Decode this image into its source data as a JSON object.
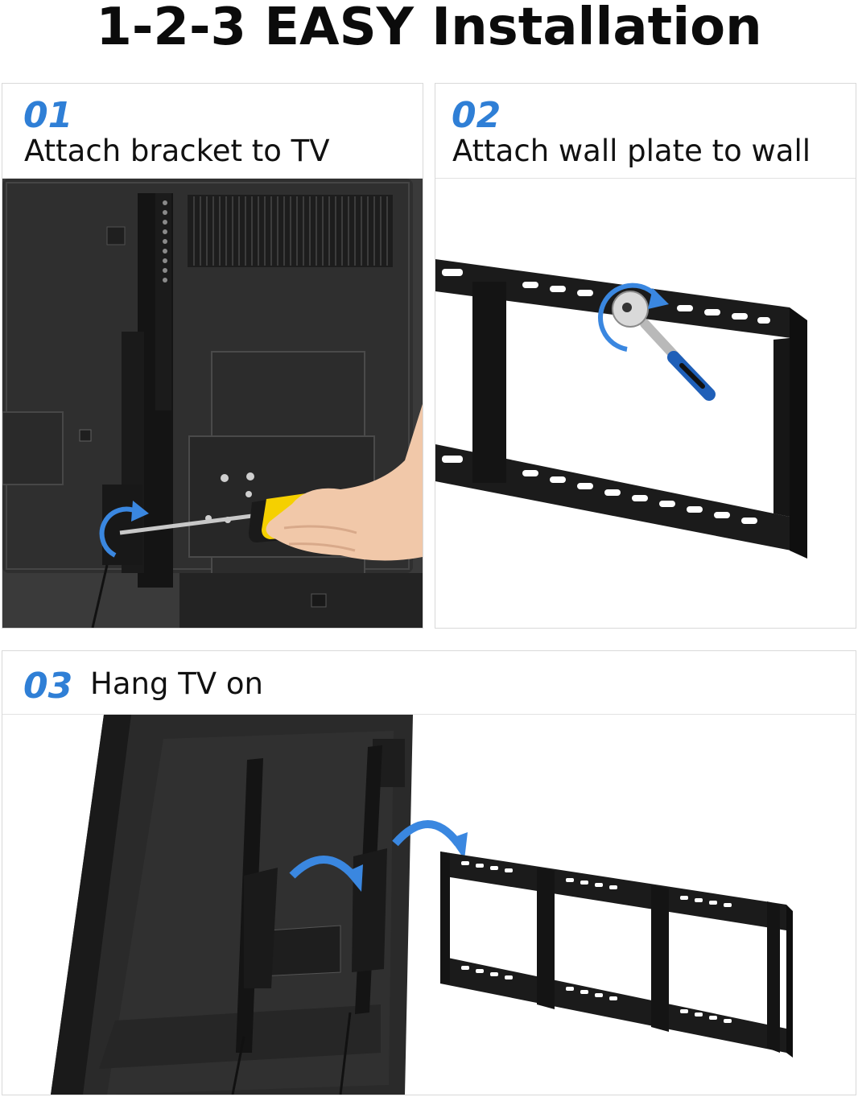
{
  "page": {
    "title": "1-2-3 EASY Installation"
  },
  "steps": [
    {
      "number": "01",
      "text": "Attach bracket to TV"
    },
    {
      "number": "02",
      "text": "Attach wall plate to wall"
    },
    {
      "number": "03",
      "text": "Hang TV on"
    }
  ],
  "colors": {
    "accent_blue": "#2f7fd6",
    "tv_dark": "#2b2b2b",
    "bracket_black": "#151515",
    "screwdriver_yellow": "#f5d000",
    "wrench_blue": "#1f5fb8"
  },
  "icons": [
    "rotate-arrow-icon",
    "curved-arrow-icon",
    "screwdriver-icon",
    "ratchet-wrench-icon"
  ]
}
